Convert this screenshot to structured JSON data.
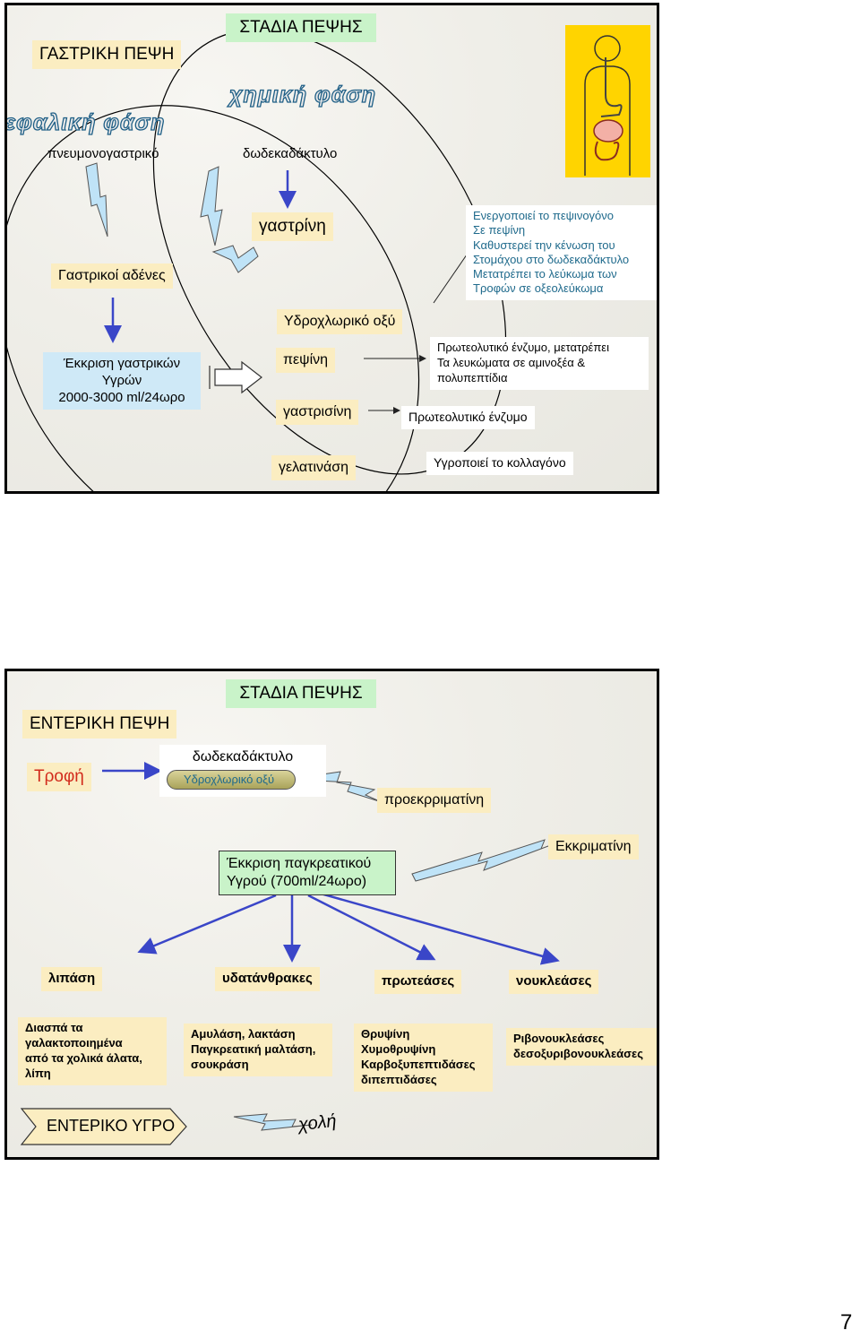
{
  "slide1": {
    "title": "ΣΤΑΔΙΑ ΠΕΨΗΣ",
    "heading": "ΓΑΣΤΡΙΚΗ ΠΕΨΗ",
    "phase_cephalic": "κεφαλική φάση",
    "phase_chemical": "χημική φάση",
    "pneumogastric": "πνευμονογαστρικό",
    "duodenum": "δωδεκαδάκτυλο",
    "gastrin": "γαστρίνη",
    "gastrin_effects": [
      "Ενεργοποιεί το πεψινογόνο",
      "Σε πεψίνη",
      "Καθυστερεί την κένωση του",
      "Στομάχου στο δωδεκαδάκτυλο",
      "Μετατρέπει το λεύκωμα των",
      "Τροφών σε οξεολεύκωμα"
    ],
    "gastric_glands": "Γαστρικοί αδένες",
    "hcl": "Υδροχλωρικό οξύ",
    "secretion": [
      "Έκκριση γαστρικών",
      "Υγρών",
      "2000-3000 ml/24ωρο"
    ],
    "pepsin": "πεψίνη",
    "pepsin_desc": [
      "Πρωτεολυτικό ένζυμο, μετατρέπει",
      "Τα λευκώματα σε αμινοξέα &",
      "πολυπεπτίδια"
    ],
    "gastricsin": "γαστρισίνη",
    "gastricsin_desc": "Πρωτεολυτικό ένζυμο",
    "gelatinase": "γελατινάση",
    "gelatinase_desc": "Υγροποιεί το κολλαγόνο"
  },
  "slide2": {
    "title": "ΣΤΑΔΙΑ ΠΕΨΗΣ",
    "heading": "ΕΝΤΕΡΙΚΗ ΠΕΨΗ",
    "food": "Τροφή",
    "duodenum": "δωδεκαδάκτυλο",
    "hcl": "Υδροχλωρικό οξύ",
    "prosecretin": "προεκρριματίνη",
    "secretin": "Εκκριματίνη",
    "pancreatic_secretion": [
      "Έκκριση παγκρεατικού",
      "Υγρού (700ml/24ωρο)"
    ],
    "enzymes": [
      "λιπάση",
      "υδατάνθρακες",
      "πρωτεάσες",
      "νουκλεάσες"
    ],
    "lipase_desc": [
      "Διασπά τα",
      "γαλακτοποιημένα",
      "από τα χολικά άλατα,",
      "λίπη"
    ],
    "carb_desc": [
      "Αμυλάση, λακτάση",
      "Παγκρεατική μαλτάση,",
      "σουκράση"
    ],
    "protease_desc": [
      "Θρυψίνη",
      "Χυμοθρυψίνη",
      "Καρβοξυπεπτιδάσες",
      "διπεπτιδάσες"
    ],
    "nuclease_desc": [
      "Ριβονουκλεάσες",
      "δεσοξυριβονουκλεάσες"
    ],
    "intestinal_fluid": "ΕΝΤΕΡΙΚΟ ΥΓΡΟ",
    "bile": "χολή"
  },
  "page_number": "7",
  "colors": {
    "yellow_box": "#fbedc1",
    "green_box": "#c9f3c9",
    "blue_box": "#cfe9f7",
    "arrow_blue": "#3a46c8",
    "bolt": "#bfe3f7",
    "teal_text": "#1f6a8c",
    "red_text": "#d22b1c"
  },
  "icons": [
    "lightning-bolt-icon",
    "digestive-system-icon",
    "block-arrow-icon",
    "tube-icon"
  ]
}
